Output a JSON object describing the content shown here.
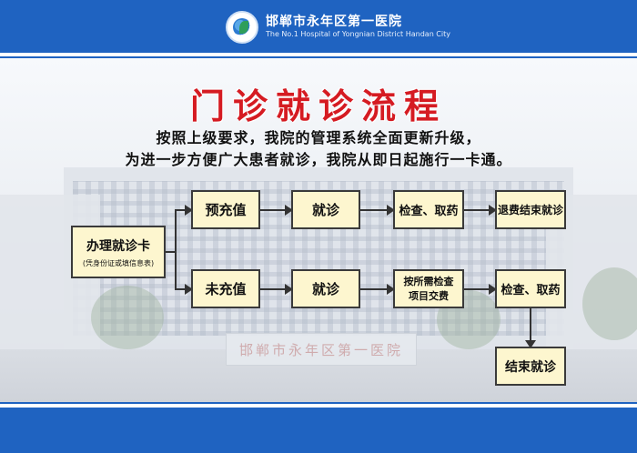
{
  "header": {
    "hospital_cn": "邯郸市永年区第一医院",
    "hospital_en": "The No.1 Hospital of Yongnian District Handan City"
  },
  "title": "门诊就诊流程",
  "subtitle_lines": [
    "按照上级要求，我院的管理系统全面更新升级，",
    "为进一步方便广大患者就诊，我院从即日起施行一卡通。"
  ],
  "flow": {
    "start": {
      "label": "办理就诊卡",
      "note": "(凭身份证或填信息表)"
    },
    "top_row": [
      "预充值",
      "就诊",
      "检查、取药",
      "退费结束就诊"
    ],
    "bottom_row": [
      "未充值",
      "就诊",
      "按所需检查\n项目交费",
      "检查、取药"
    ],
    "end": "结束就诊"
  },
  "background_sign": "邯郸市永年区第一医院",
  "colors": {
    "brand_blue": "#1f63c1",
    "title_red": "#d51b22",
    "box_fill": "#fdf6cf"
  }
}
